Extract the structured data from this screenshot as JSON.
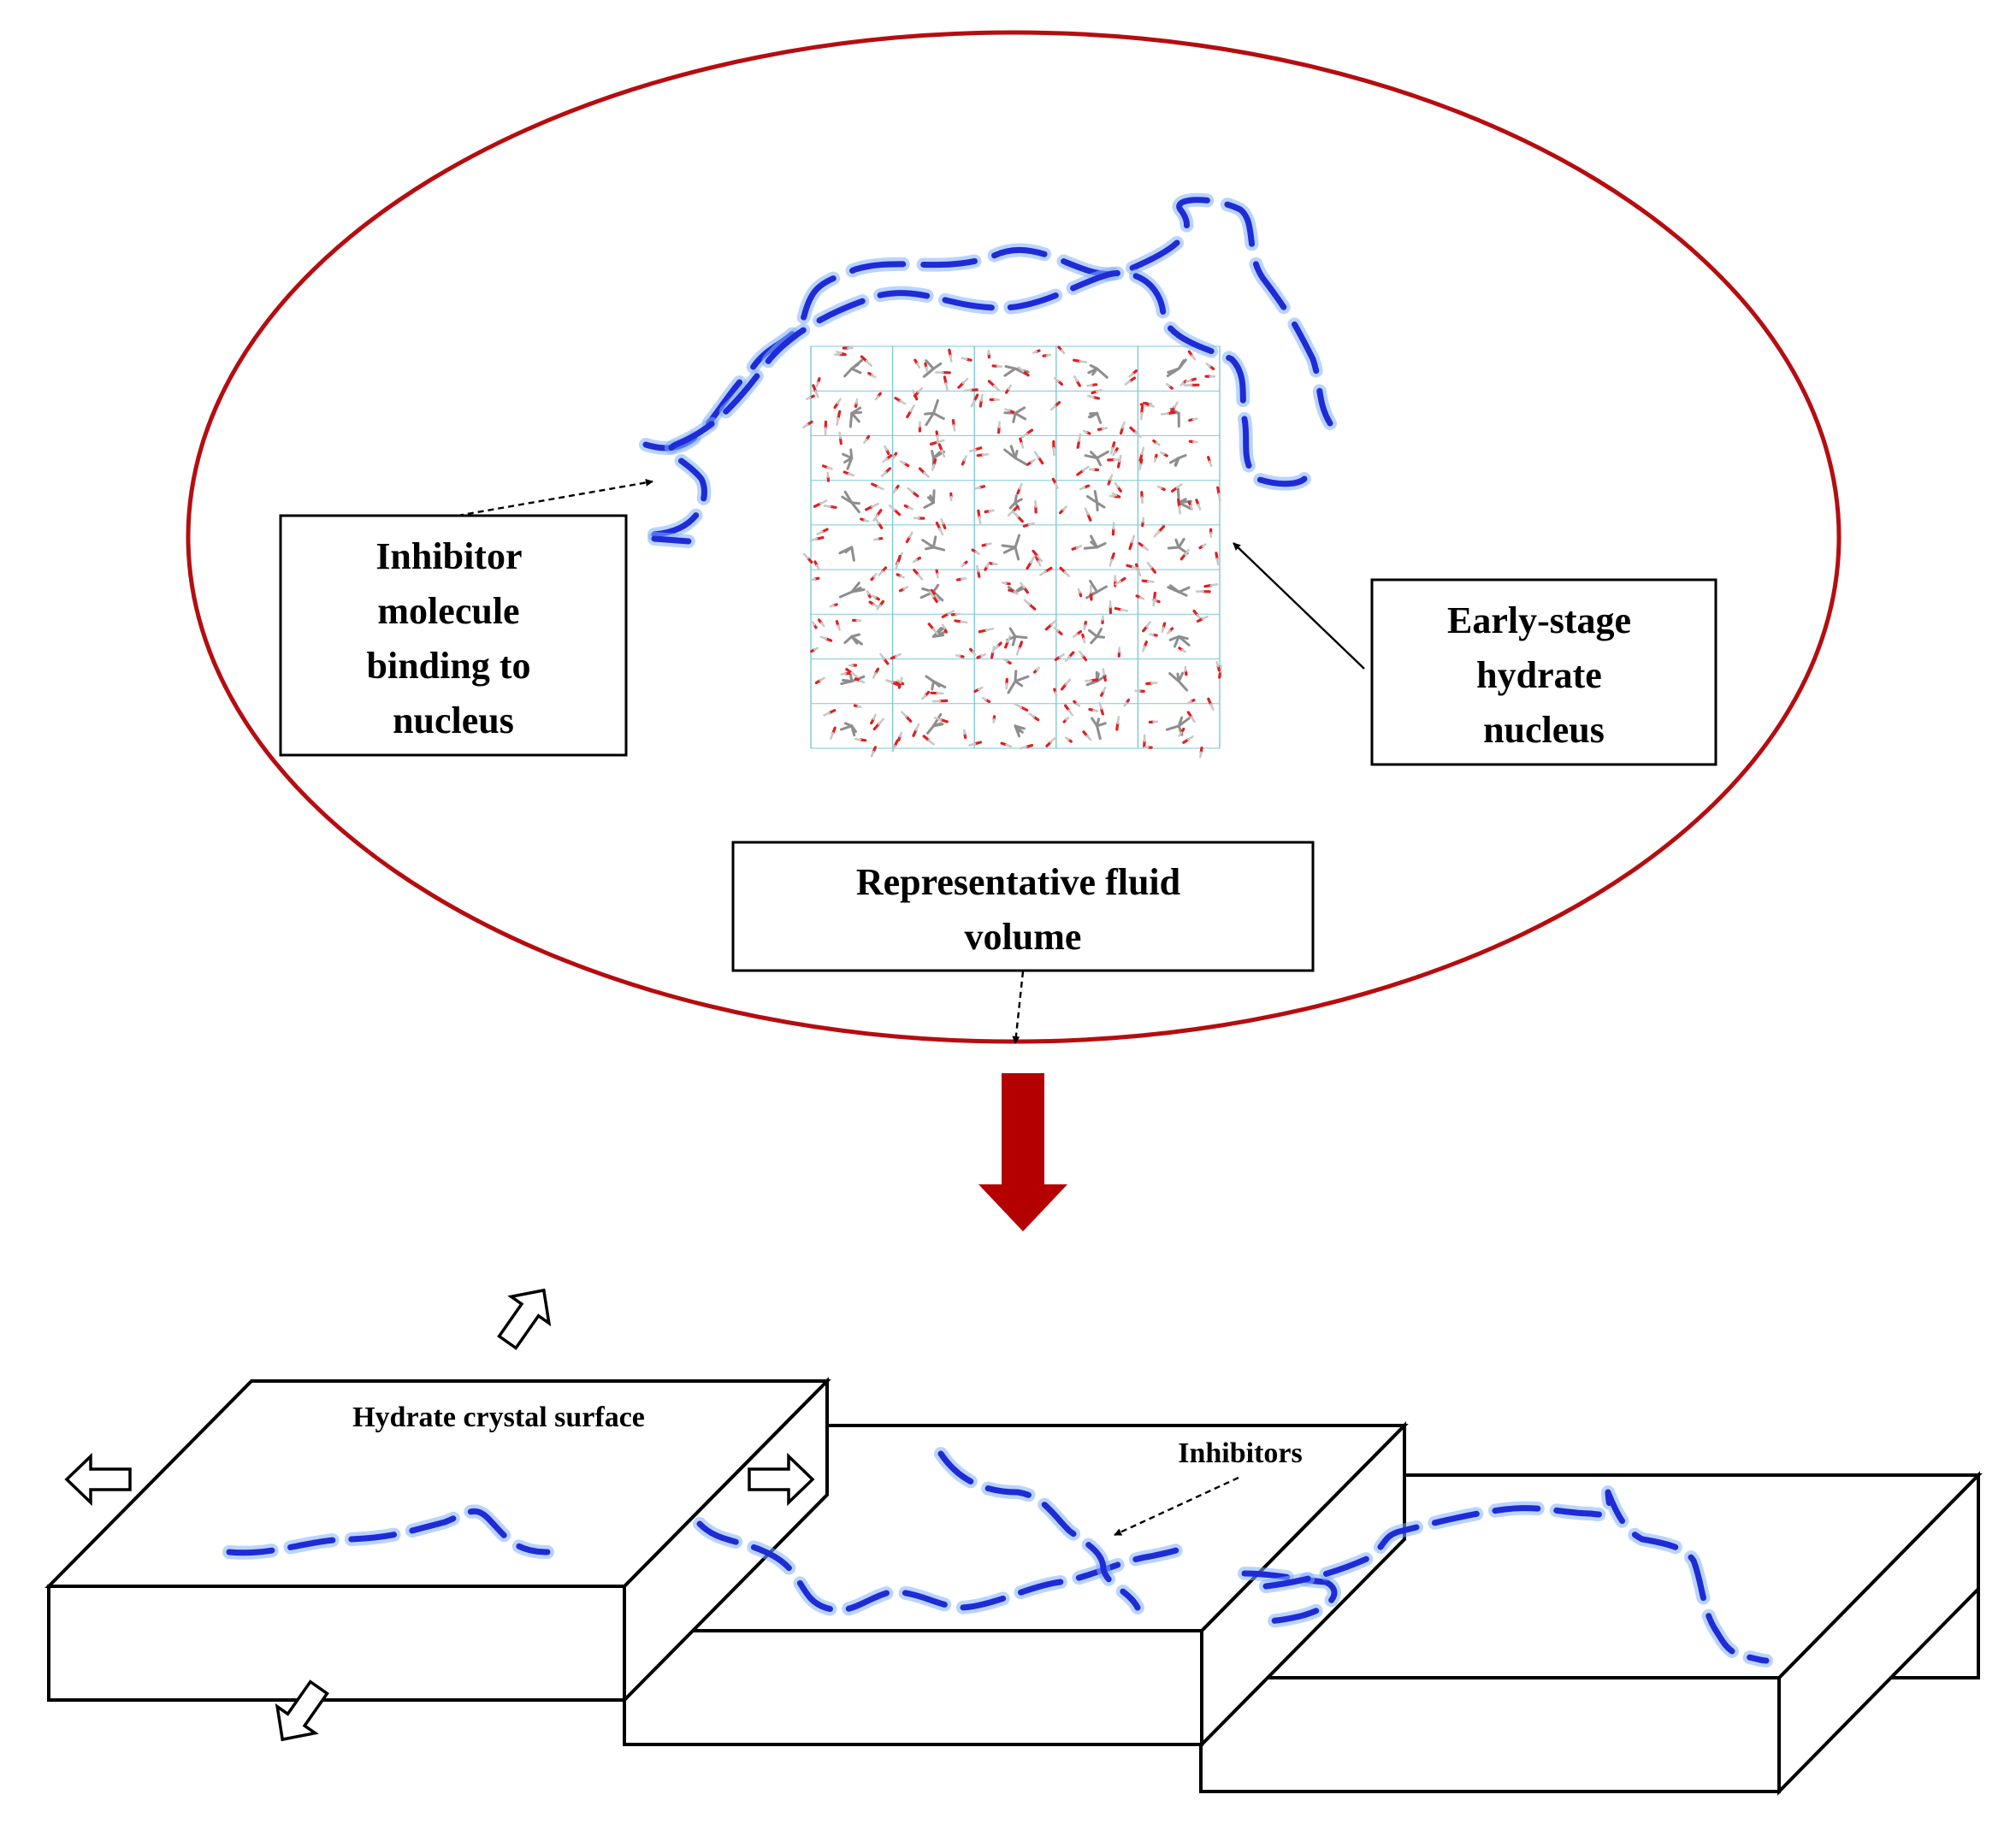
{
  "labels": {
    "inhibitor_binding": [
      "Inhibitor",
      "molecule",
      "binding to",
      "nucleus"
    ],
    "nucleus": [
      "Early-stage",
      "hydrate",
      "nucleus"
    ],
    "fluid_volume": [
      "Representative fluid",
      "volume"
    ],
    "crystal_surface": "Hydrate crystal surface",
    "inhibitors": "Inhibitors"
  },
  "colors": {
    "ellipse": "#b50d10",
    "big_arrow": "#b50000",
    "chain": "#1f2bd6",
    "oxygen": "#e01f1f",
    "carbon": "#8e8e8e",
    "hydrogen": "#7ec8d8"
  }
}
